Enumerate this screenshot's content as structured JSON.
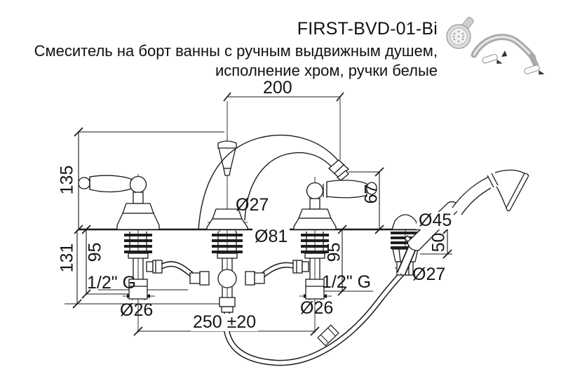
{
  "colors": {
    "line": "#1a1a1a",
    "background": "#ffffff"
  },
  "header": {
    "model": "FIRST-BVD-01-Bi",
    "description_line1": "Смеситель на борт ванны с ручным выдвижным душем,",
    "description_line2": "исполнение хром, ручки белые"
  },
  "dimensions": {
    "spout_reach": "200",
    "spout_height": "135",
    "outlet_height": "67",
    "spout_shank_dia": "Ø27",
    "base_flange_dia": "Ø81",
    "holder_base_dia": "Ø45",
    "under_deck_left": "95",
    "under_deck_total": "131",
    "under_deck_right": "95",
    "holder_under_deck": "50",
    "holder_shank_dia": "Ø27",
    "valve_shank_dia_left": "Ø26",
    "valve_shank_dia_right": "Ø26",
    "thread_left": "1/2\" G",
    "thread_right": "1/2\" G",
    "valve_spacing": "250 ±20"
  }
}
